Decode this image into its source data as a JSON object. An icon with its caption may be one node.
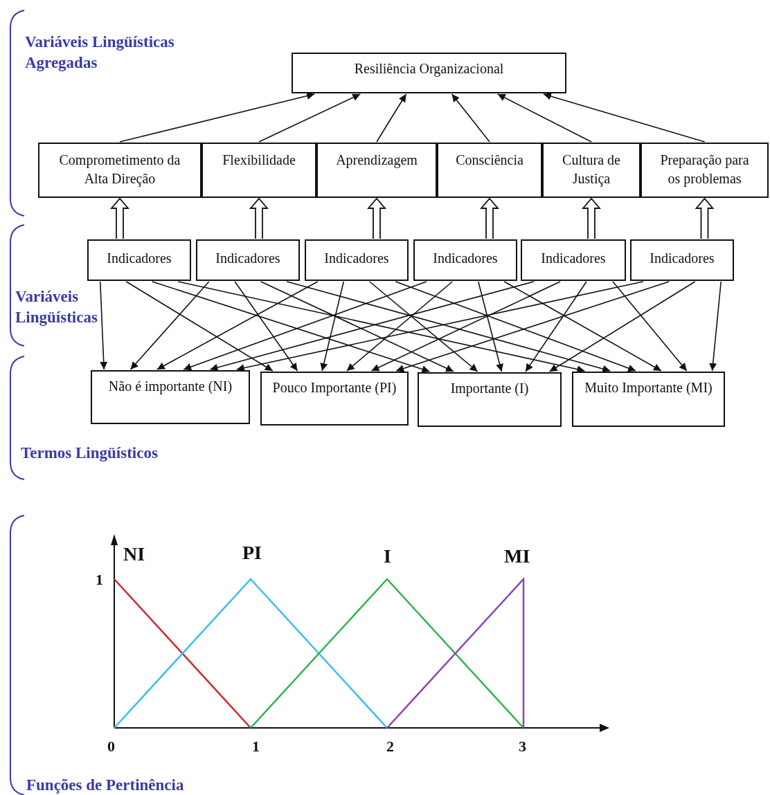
{
  "diagram": {
    "nodes": [
      {
        "text": [
          "Resiliência Organizacional"
        ]
      },
      {
        "text": [
          "Comprometimento da Alta Direção"
        ]
      },
      {
        "text": [
          "Flexibilidade"
        ]
      },
      {
        "text": [
          "Aprendizagem"
        ]
      },
      {
        "text": [
          "Consciência"
        ]
      },
      {
        "text": [
          "Cultura de Justiça"
        ]
      },
      {
        "text": [
          "Preparação para os problemas"
        ]
      },
      {
        "text": [
          "Indicadores"
        ]
      },
      {
        "text": [
          "Indicadores"
        ]
      },
      {
        "text": [
          "Indicadores"
        ]
      },
      {
        "text": [
          "Indicadores"
        ]
      },
      {
        "text": [
          "Indicadores"
        ]
      },
      {
        "text": [
          "Indicadores"
        ]
      },
      {
        "text": [
          "Não é importante (NI)"
        ]
      },
      {
        "text": [
          "Pouco Importante (PI)"
        ]
      },
      {
        "text": [
          "Importante (I)"
        ]
      },
      {
        "text": [
          "Muito Importante (MI)"
        ]
      }
    ],
    "edges": [
      {
        "from": 1,
        "to": 0,
        "arrow": "to"
      },
      {
        "from": 2,
        "to": 0,
        "arrow": "to"
      },
      {
        "from": 3,
        "to": 0,
        "arrow": "to"
      },
      {
        "from": 4,
        "to": 0,
        "arrow": "to"
      },
      {
        "from": 5,
        "to": 0,
        "arrow": "to"
      },
      {
        "from": 6,
        "to": 0,
        "arrow": "to"
      },
      {
        "from": 7,
        "to": 1,
        "arrow": "to",
        "style": "thick"
      },
      {
        "from": 8,
        "to": 2,
        "arrow": "to",
        "style": "thick"
      },
      {
        "from": 9,
        "to": 3,
        "arrow": "to",
        "style": "thick"
      },
      {
        "from": 10,
        "to": 4,
        "arrow": "to",
        "style": "thick"
      },
      {
        "from": 11,
        "to": 5,
        "arrow": "to",
        "style": "thick"
      },
      {
        "from": 12,
        "to": 6,
        "arrow": "to",
        "style": "thick"
      },
      {
        "from": 7,
        "to": 13,
        "arrow": "to"
      },
      {
        "from": 7,
        "to": 14,
        "arrow": "to"
      },
      {
        "from": 7,
        "to": 15,
        "arrow": "to"
      },
      {
        "from": 7,
        "to": 16,
        "arrow": "to"
      },
      {
        "from": 8,
        "to": 13,
        "arrow": "to"
      },
      {
        "from": 8,
        "to": 14,
        "arrow": "to"
      },
      {
        "from": 8,
        "to": 15,
        "arrow": "to"
      },
      {
        "from": 8,
        "to": 16,
        "arrow": "to"
      },
      {
        "from": 9,
        "to": 13,
        "arrow": "to"
      },
      {
        "from": 9,
        "to": 14,
        "arrow": "to"
      },
      {
        "from": 9,
        "to": 15,
        "arrow": "to"
      },
      {
        "from": 9,
        "to": 16,
        "arrow": "to"
      },
      {
        "from": 10,
        "to": 13,
        "arrow": "to"
      },
      {
        "from": 10,
        "to": 14,
        "arrow": "to"
      },
      {
        "from": 10,
        "to": 15,
        "arrow": "to"
      },
      {
        "from": 10,
        "to": 16,
        "arrow": "to"
      },
      {
        "from": 11,
        "to": 13,
        "arrow": "to"
      },
      {
        "from": 11,
        "to": 14,
        "arrow": "to"
      },
      {
        "from": 11,
        "to": 15,
        "arrow": "to"
      },
      {
        "from": 11,
        "to": 16,
        "arrow": "to"
      },
      {
        "from": 12,
        "to": 13,
        "arrow": "to"
      },
      {
        "from": 12,
        "to": 14,
        "arrow": "to"
      },
      {
        "from": 12,
        "to": 15,
        "arrow": "to"
      },
      {
        "from": 12,
        "to": 16,
        "arrow": "to"
      }
    ],
    "labels": [
      "Variáveis Lingüísticas Agregadas",
      "Variáveis Lingüísticas",
      "Termos Lingüísticos",
      "NI",
      "PI",
      "I",
      "MI",
      "1",
      "0",
      "1",
      "2",
      "3",
      "Funções de Pertinência"
    ]
  }
}
